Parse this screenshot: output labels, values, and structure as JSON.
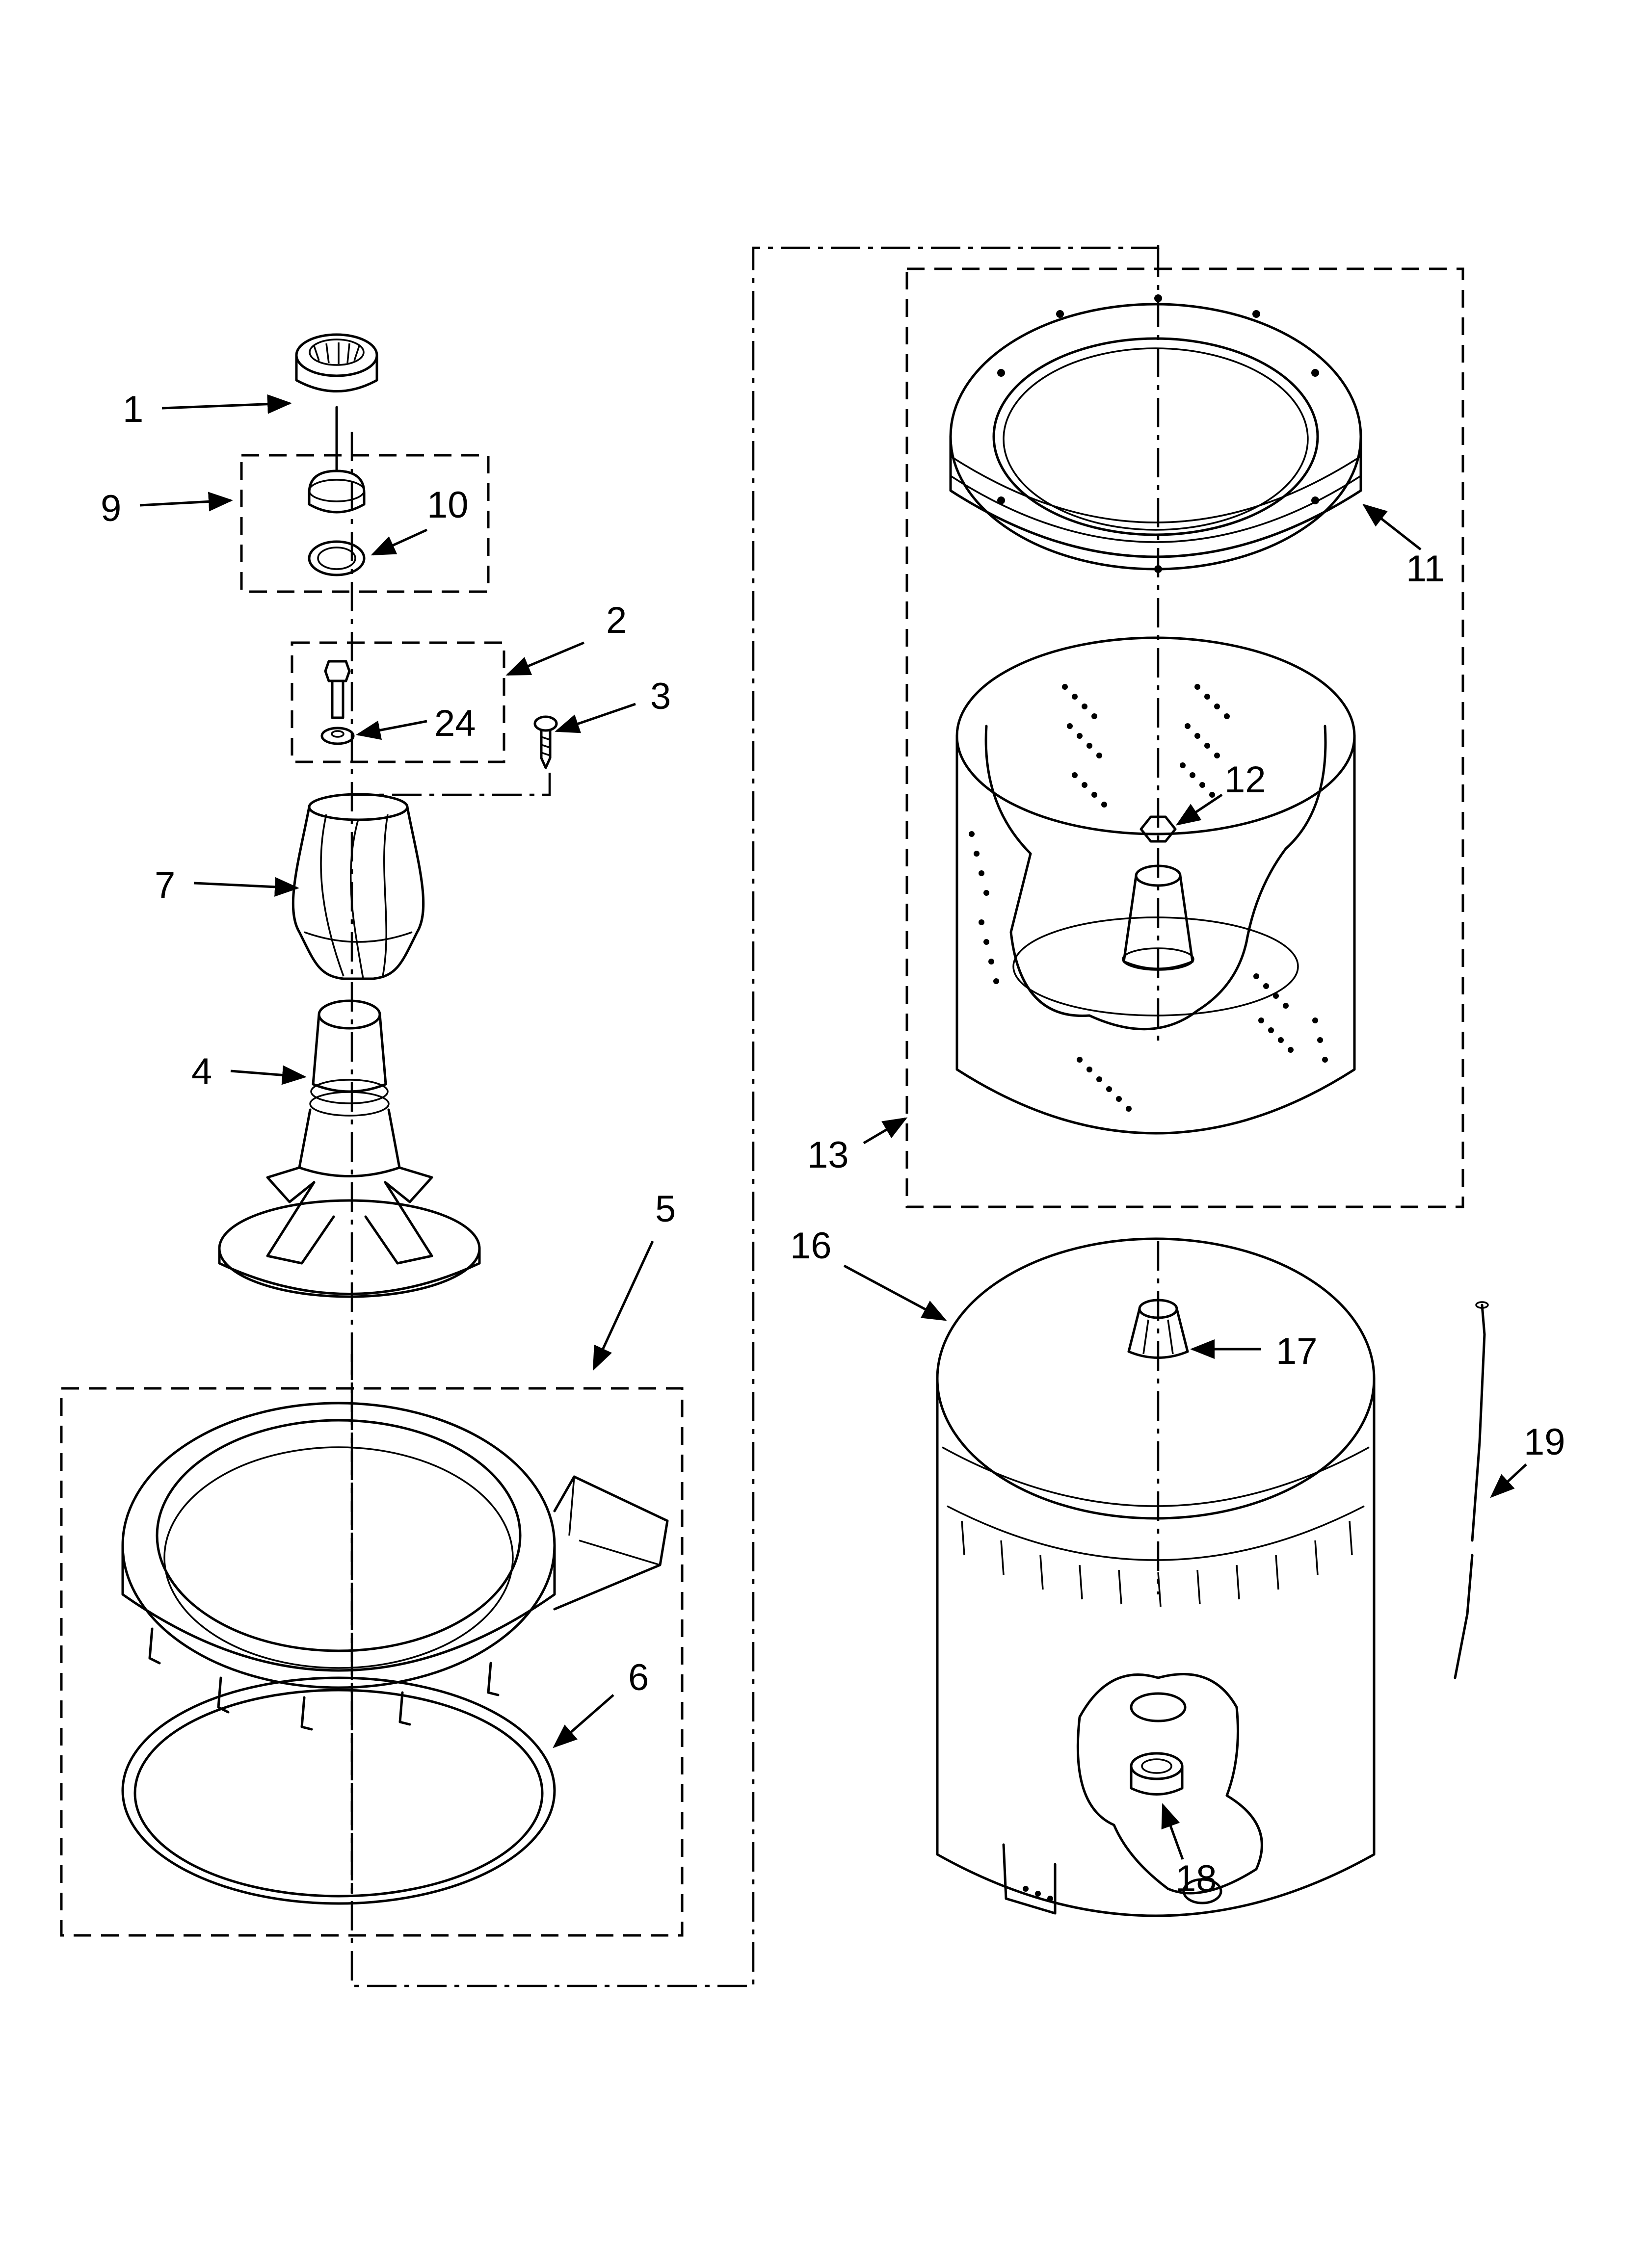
{
  "callouts": {
    "c1": "1",
    "c2": "2",
    "c3": "3",
    "c4": "4",
    "c5": "5",
    "c6": "6",
    "c7": "7",
    "c9": "9",
    "c10": "10",
    "c11": "11",
    "c12": "12",
    "c13": "13",
    "c16": "16",
    "c17": "17",
    "c18": "18",
    "c19": "19",
    "c24": "24"
  }
}
